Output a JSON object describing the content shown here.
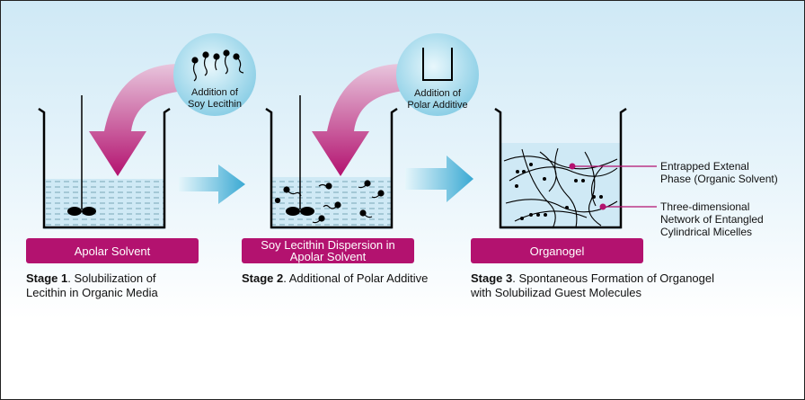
{
  "colors": {
    "accent_magenta": "#b3126f",
    "flow_arrow_blue": "#3aa9d3",
    "liquid_blue": "#cfe9f5",
    "background_top": "#cfe9f6"
  },
  "steps": [
    {
      "bubble_line1": "Addition of",
      "bubble_line2": "Soy Lecithin"
    },
    {
      "bubble_line1": "Addition of",
      "bubble_line2": "Polar Additive"
    }
  ],
  "beakers": [
    {
      "label_line1": "Apolar Solvent"
    },
    {
      "label_line1": "Soy Lecithin Dispersion in",
      "label_line2": "Apolar Solvent"
    },
    {
      "label_line1": "Organogel"
    }
  ],
  "stages": [
    {
      "title": "Stage 1",
      "text_line1": ". Solubilization of",
      "text_line2": "Lecithin in Organic Media"
    },
    {
      "title": "Stage 2",
      "text_line1": ". Additional of Polar Additive"
    },
    {
      "title": "Stage 3",
      "text_line1": ". Spontaneous Formation of Organogel",
      "text_line2": "with Solubilizad Guest Molecules"
    }
  ],
  "annotations": [
    {
      "line1": "Entrapped Extenal",
      "line2": "Phase (Organic Solvent)"
    },
    {
      "line1": "Three-dimensional",
      "line2": "Network of Entangled",
      "line3": "Cylindrical Micelles"
    }
  ]
}
